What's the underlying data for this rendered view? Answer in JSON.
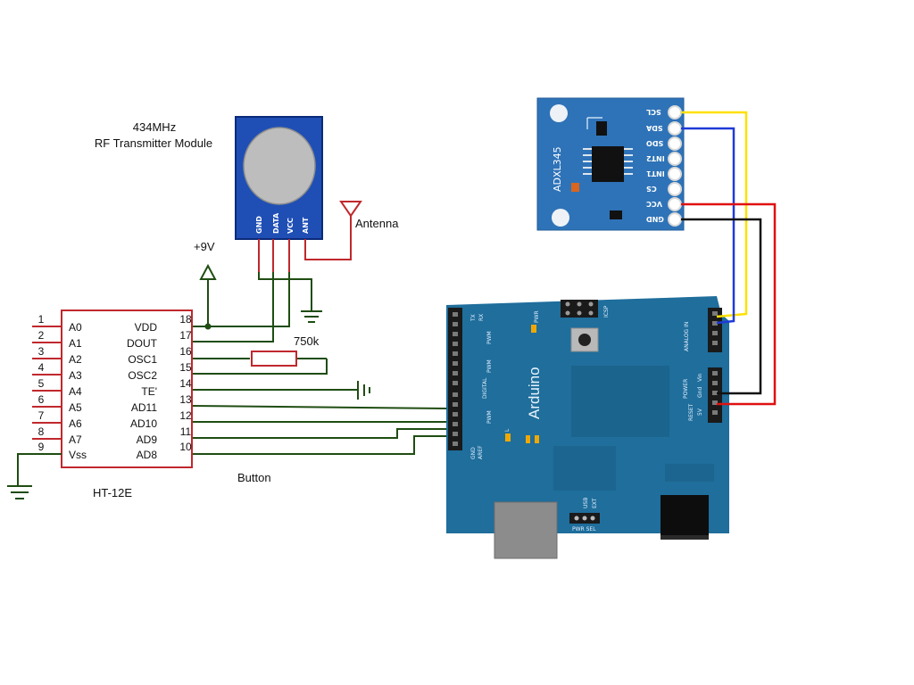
{
  "rf_module": {
    "title_line1": "434MHz",
    "title_line2": "RF Transmitter Module",
    "pins": [
      "GND",
      "DATA",
      "VCC",
      "ANT"
    ],
    "body_color": "#1f4fb5"
  },
  "antenna_label": "Antenna",
  "power_label": "+9V",
  "resistor_label": "750k",
  "button_label": "Button",
  "encoder": {
    "name": "HT-12E",
    "left_pins": [
      {
        "num": "1",
        "name": "A0"
      },
      {
        "num": "2",
        "name": "A1"
      },
      {
        "num": "3",
        "name": "A2"
      },
      {
        "num": "4",
        "name": "A3"
      },
      {
        "num": "5",
        "name": "A4"
      },
      {
        "num": "6",
        "name": "A5"
      },
      {
        "num": "7",
        "name": "A6"
      },
      {
        "num": "8",
        "name": "A7"
      },
      {
        "num": "9",
        "name": "Vss"
      }
    ],
    "right_pins": [
      {
        "num": "18",
        "name": "VDD"
      },
      {
        "num": "17",
        "name": "DOUT"
      },
      {
        "num": "16",
        "name": "OSC1"
      },
      {
        "num": "15",
        "name": "OSC2"
      },
      {
        "num": "14",
        "name": "TE'"
      },
      {
        "num": "13",
        "name": "AD11"
      },
      {
        "num": "12",
        "name": "AD10"
      },
      {
        "num": "11",
        "name": "AD9"
      },
      {
        "num": "10",
        "name": "AD8"
      }
    ]
  },
  "accelerometer": {
    "name": "ADXL345",
    "pins": [
      "SCL",
      "SDA",
      "SDO",
      "INT2",
      "INT1",
      "CS",
      "VCC",
      "GND"
    ],
    "board_color": "#2e73b8"
  },
  "arduino": {
    "name": "Arduino",
    "board_color": "#1f6e9c",
    "labels": [
      "DIGITAL",
      "POWER",
      "ANALOG IN",
      "PWM",
      "RESET",
      "AREF",
      "GND",
      "USB",
      "EXT",
      "ICSP",
      "TX",
      "RX",
      "L",
      "PWR",
      "PWR SEL",
      "5V",
      "Gnd",
      "Vin"
    ]
  },
  "colors": {
    "schematic_red": "#c0282d",
    "wire_green": "#1f4d12",
    "wire_yellow": "#ffe000",
    "wire_blue": "#1f3ad8",
    "wire_red": "#e01010",
    "wire_black": "#111111"
  }
}
